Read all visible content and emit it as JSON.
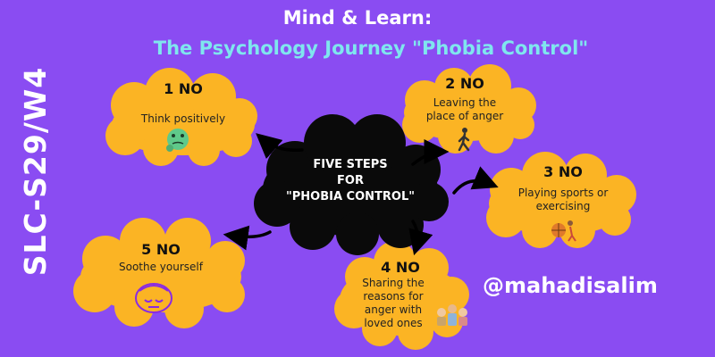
{
  "title_line1": "Mind & Learn:",
  "title_line2": "The Psychology Journey \"Phobia Control\"",
  "side_label": "SLC-S29/W4",
  "handle": "@mahadisalim",
  "center": {
    "line1": "FIVE STEPS",
    "line2": "FOR",
    "line3": "\"PHOBIA CONTROL\""
  },
  "steps": [
    {
      "no": "1 NO",
      "text": "Think positively",
      "icon": "thinking-face-icon"
    },
    {
      "no": "2 NO",
      "text": "Leaving the place of anger",
      "line1": "Leaving the",
      "line2": "place of anger",
      "icon": "walking-person-icon"
    },
    {
      "no": "3 NO",
      "text": "Playing sports or exercising",
      "line1": "Playing sports or",
      "line2": "exercising",
      "icon": "basketball-player-icon"
    },
    {
      "no": "4 NO",
      "line1": "Sharing the",
      "line2": "reasons for",
      "line3": "anger with",
      "line4": "loved ones",
      "icon": "family-icon"
    },
    {
      "no": "5 NO",
      "text": "Soothe yourself",
      "icon": "sleeping-face-icon"
    }
  ],
  "colors": {
    "background": "#8a4cf2",
    "cloud": "#fbb424",
    "center_cloud": "#0a0a0a",
    "title_accent": "#7fe6ee"
  }
}
